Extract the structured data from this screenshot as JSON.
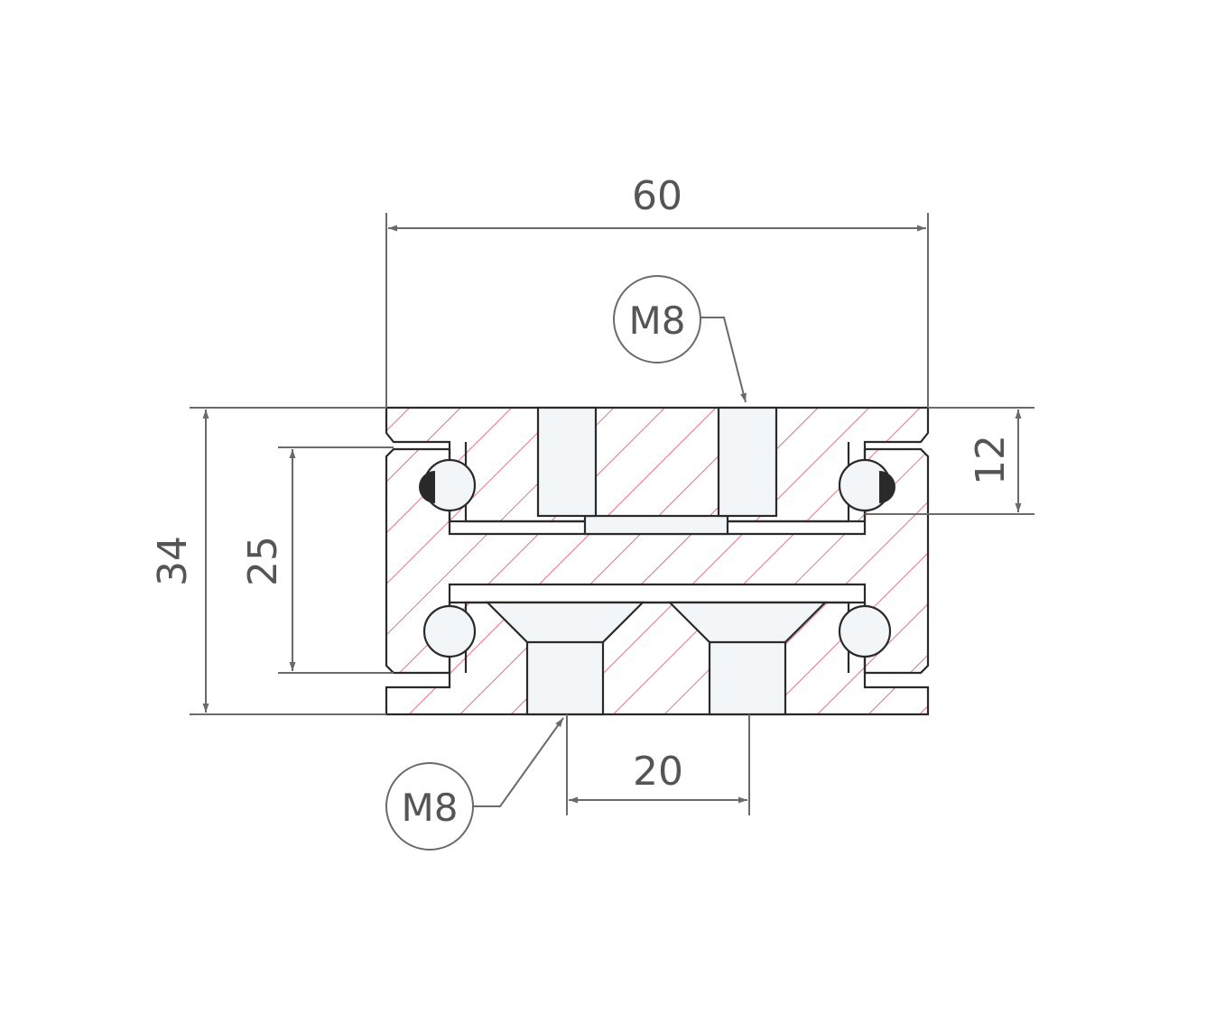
{
  "dimensions": {
    "width": "60",
    "height": "34",
    "inner_height": "25",
    "top_depth": "12",
    "hole_spacing": "20"
  },
  "callouts": {
    "top": "M8",
    "bottom": "M8"
  },
  "colors": {
    "hatch": "#d9506a",
    "outline": "#2a2a2a",
    "dimension": "#6a6a6a",
    "text": "#555555",
    "hole_fill": "#f3f6f8"
  }
}
